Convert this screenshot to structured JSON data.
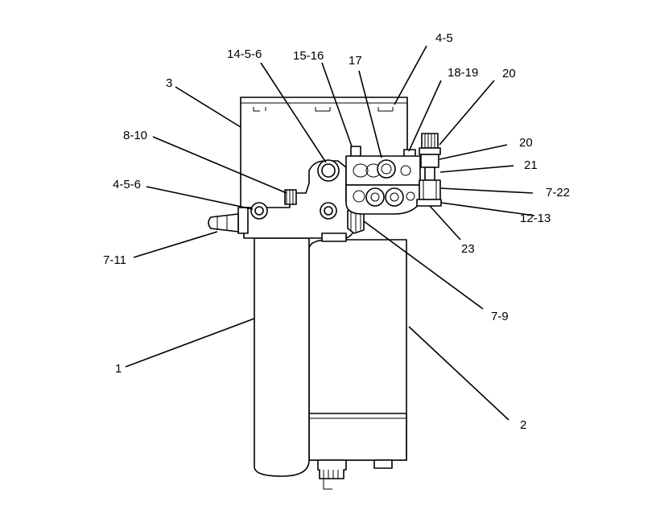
{
  "callouts": [
    {
      "id": "c1",
      "text": "1"
    },
    {
      "id": "c2",
      "text": "2"
    },
    {
      "id": "c3",
      "text": "3"
    },
    {
      "id": "c4",
      "text": "4-5"
    },
    {
      "id": "c5",
      "text": "14-5-6"
    },
    {
      "id": "c6",
      "text": "15-16"
    },
    {
      "id": "c7",
      "text": "17"
    },
    {
      "id": "c8",
      "text": "18-19"
    },
    {
      "id": "c9",
      "text": "20"
    },
    {
      "id": "c10",
      "text": "20"
    },
    {
      "id": "c11",
      "text": "21"
    },
    {
      "id": "c12",
      "text": "7-22"
    },
    {
      "id": "c13",
      "text": "12-13"
    },
    {
      "id": "c14",
      "text": "23"
    },
    {
      "id": "c15",
      "text": "7-9"
    },
    {
      "id": "c16",
      "text": "8-10"
    },
    {
      "id": "c17",
      "text": "4-5-6"
    },
    {
      "id": "c18",
      "text": "7-11"
    }
  ]
}
